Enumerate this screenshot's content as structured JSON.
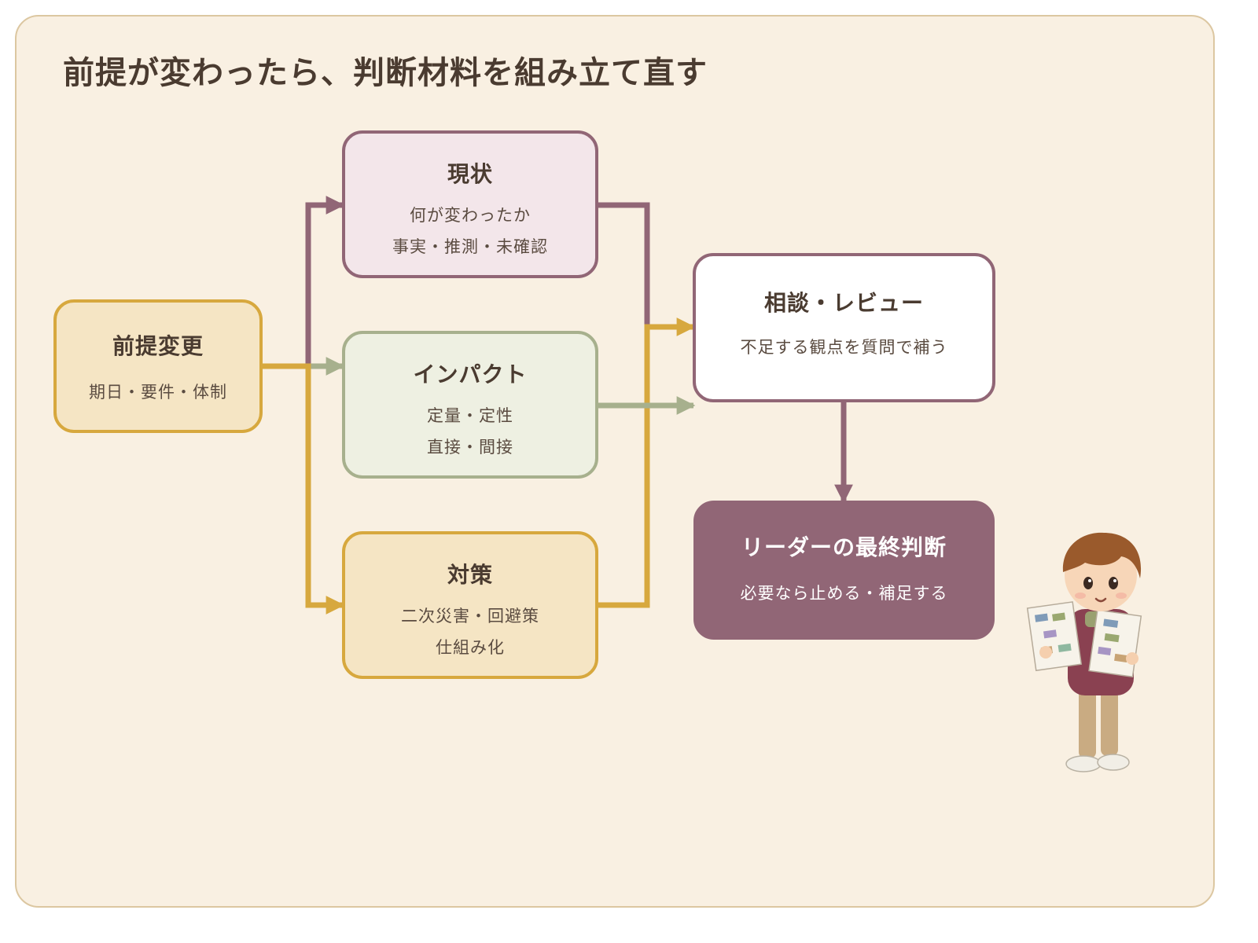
{
  "title": "前提が変わったら、判断材料を組み立て直す",
  "colors": {
    "background": "#f9f0e2",
    "gold": "#d7a83e",
    "mauve": "#916676",
    "sage": "#a7b08d"
  },
  "nodes": {
    "premise": {
      "title": "前提変更",
      "sub": [
        "期日・要件・体制"
      ]
    },
    "current": {
      "title": "現状",
      "sub": [
        "何が変わったか",
        "事実・推測・未確認"
      ]
    },
    "impact": {
      "title": "インパクト",
      "sub": [
        "定量・定性",
        "直接・間接"
      ]
    },
    "measure": {
      "title": "対策",
      "sub": [
        "二次災害・回避策",
        "仕組み化"
      ]
    },
    "review": {
      "title": "相談・レビュー",
      "sub": [
        "不足する観点を質問で補う"
      ]
    },
    "final": {
      "title": "リーダーの最終判断",
      "sub": [
        "必要なら止める・補足する"
      ]
    }
  },
  "edges": [
    {
      "from": "premise",
      "to": "current",
      "color": "mauve"
    },
    {
      "from": "premise",
      "to": "impact",
      "color": "sage"
    },
    {
      "from": "premise",
      "to": "measure",
      "color": "gold"
    },
    {
      "from": "current",
      "to": "review",
      "color": "mauve"
    },
    {
      "from": "impact",
      "to": "review",
      "color": "sage"
    },
    {
      "from": "measure",
      "to": "review",
      "color": "gold"
    },
    {
      "from": "review",
      "to": "final",
      "color": "mauve"
    }
  ],
  "illustration": "boy-holding-diagram-sheets"
}
